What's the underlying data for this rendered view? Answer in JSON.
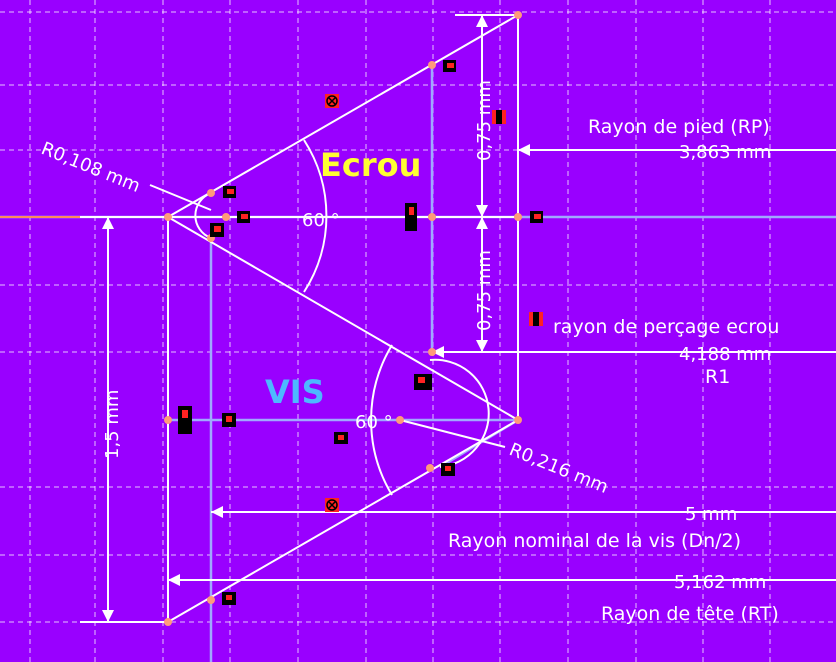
{
  "colors": {
    "background": "#9900ff",
    "ecrou_label": "#ffff33",
    "vis_label": "#4db8ff",
    "construction_lines": "#a0a8ff",
    "outline": "#ffffff"
  },
  "labels": {
    "ecrou": "Ecrou",
    "vis": "VIS",
    "angle_top": "60 °",
    "angle_bottom": "60 °",
    "radius_top": "R0,108 mm",
    "radius_bottom": "R0,216 mm",
    "pitch_half_top": "0,75 mm",
    "pitch_half_bottom": "0,75 mm",
    "height": "1,5 mm",
    "rp_title": "Rayon de pied (RP)",
    "rp_value": "3,863 mm",
    "r1_title": "rayon de perçage ecrou",
    "r1_value": "4,188 mm",
    "r1_name": "R1",
    "nominal_value": "5 mm",
    "nominal_title": "Rayon nominal de la vis (Dn/2)",
    "rt_value": "5,162 mm",
    "rt_title": "Rayon de tête (RT)"
  },
  "icons": {
    "constraint": "constraint-marker-icon",
    "fixed": "fixed-point-icon"
  }
}
